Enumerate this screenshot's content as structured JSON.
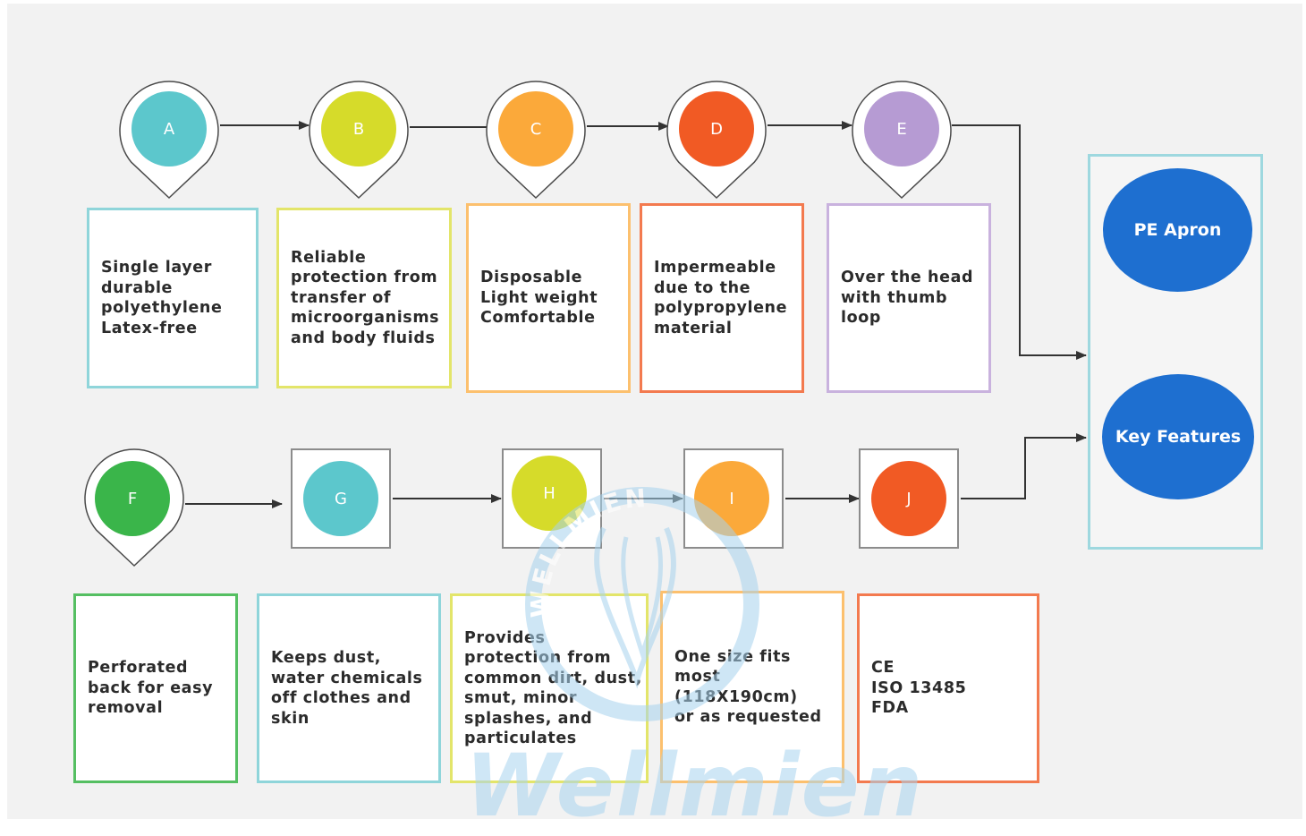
{
  "colors": {
    "teal": "#5cc7cc",
    "lime": "#d6db2a",
    "orange": "#fba93a",
    "red_orange": "#f15a24",
    "lavender": "#b69bd3",
    "green": "#3ab54a",
    "blue": "#1e6fd0",
    "watermark": "#a7d3ee"
  },
  "watermark": {
    "brand": "Wellmien",
    "circle_text": "WELLMIEN"
  },
  "target": {
    "title": "PE Apron",
    "subtitle": "Key Features"
  },
  "row1": [
    {
      "letter": "A",
      "color_key": "teal",
      "text": "Single layer\ndurable\npolyethylene\nLatex-free"
    },
    {
      "letter": "B",
      "color_key": "lime",
      "text": "Reliable\nprotection from\ntransfer of\nmicroorganisms\nand body fluids"
    },
    {
      "letter": "C",
      "color_key": "orange",
      "text": "Disposable\nLight weight\nComfortable"
    },
    {
      "letter": "D",
      "color_key": "red_orange",
      "text": "Impermeable\ndue to the\npolypropylene\nmaterial"
    },
    {
      "letter": "E",
      "color_key": "lavender",
      "text": "Over the head\nwith thumb\nloop"
    }
  ],
  "row2": [
    {
      "letter": "F",
      "color_key": "green",
      "text": "Perforated\nback for easy\nremoval"
    },
    {
      "letter": "G",
      "color_key": "teal",
      "text": "Keeps dust,\nwater chemicals\noff clothes and\nskin"
    },
    {
      "letter": "H",
      "color_key": "lime",
      "text": "Provides\nprotection from\ncommon dirt, dust,\nsmut, minor\nsplashes, and\nparticulates"
    },
    {
      "letter": "I",
      "color_key": "orange",
      "text": "One size fits\nmost\n(118X190cm)\nor as requested"
    },
    {
      "letter": "J",
      "color_key": "red_orange",
      "text": "CE\nISO 13485\nFDA"
    }
  ]
}
